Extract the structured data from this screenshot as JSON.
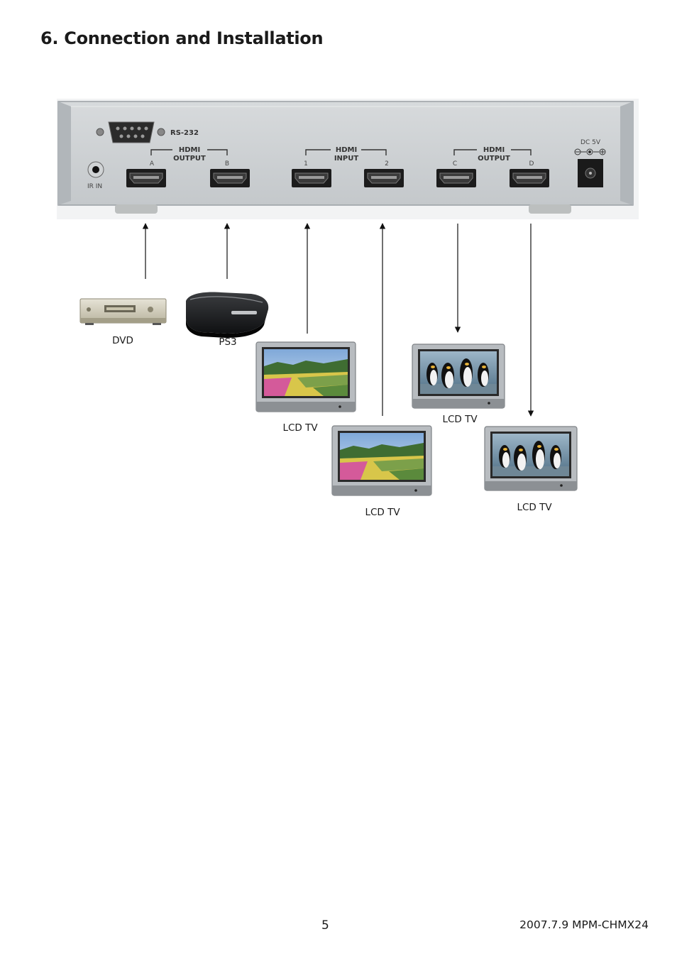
{
  "page_title": "6. Connection and Installation",
  "device_panel": {
    "rs232": "RS-232",
    "ir_in": "IR IN",
    "dc": "DC 5V",
    "groups": [
      {
        "line1": "HDMI",
        "line2": "OUTPUT",
        "left": "A",
        "right": "B"
      },
      {
        "line1": "HDMI",
        "line2": "INPUT",
        "left": "1",
        "right": "2"
      },
      {
        "line1": "HDMI",
        "line2": "OUTPUT",
        "left": "C",
        "right": "D"
      }
    ]
  },
  "devices": {
    "dvd": "DVD",
    "ps3": "PS3",
    "tv1": "LCD TV",
    "tv2": "LCD TV",
    "tv3": "LCD TV",
    "tv4": "LCD TV"
  },
  "footer": {
    "page_number": "5",
    "doc_info": "2007.7.9 MPM-CHMX24"
  }
}
